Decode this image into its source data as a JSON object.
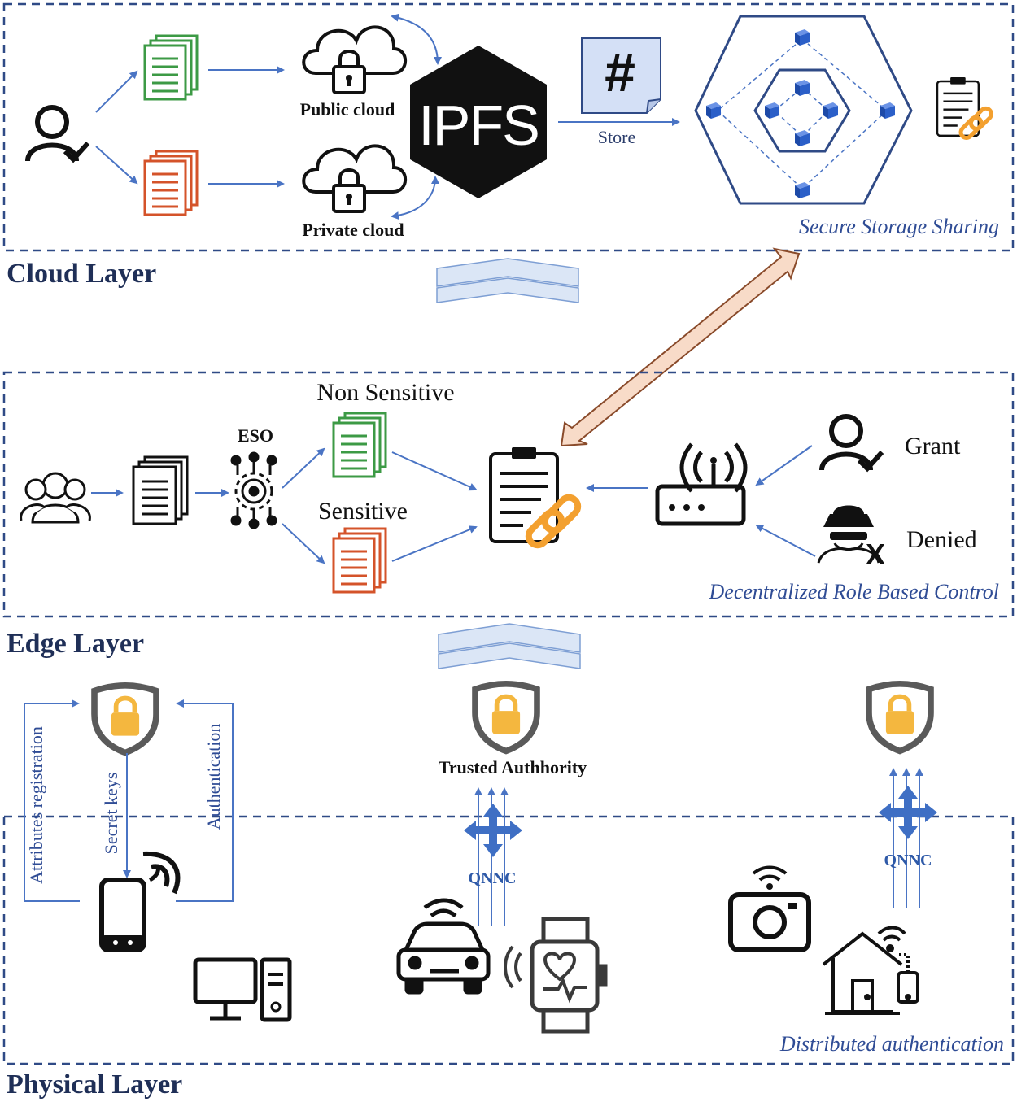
{
  "layers": {
    "cloud": "Cloud Layer",
    "edge": "Edge Layer",
    "physical": "Physical Layer"
  },
  "cloud": {
    "public_cloud": "Public cloud",
    "private_cloud": "Private cloud",
    "ipfs": "IPFS",
    "hash_symbol": "#",
    "store": "Store",
    "secure_storage": "Secure Storage Sharing"
  },
  "edge": {
    "eso": "ESO",
    "non_sensitive": "Non Sensitive",
    "sensitive": "Sensitive",
    "grant": "Grant",
    "denied": "Denied",
    "denied_mark": "X",
    "rbac": "Decentralized Role Based Control"
  },
  "physical": {
    "attributes_registration": "Attributes registration",
    "secret_keys": "Secret keys",
    "authentication": "Authentication",
    "trusted_authority": "Trusted Authhority",
    "qnnc_left": "QNNC",
    "qnnc_right": "QNNC",
    "distributed_auth": "Distributed authentication"
  },
  "colors": {
    "dash_border": "#2f4a86",
    "arrow_blue": "#4a74c4",
    "doc_green": "#3c9a45",
    "doc_red": "#d4532a",
    "shield_gold": "#f4b73f",
    "link_orange": "#f3a02f",
    "cube_blue": "#2b5fc8",
    "chevron_fill": "#dbe6f6",
    "chevron_stroke": "#7e9fd4"
  }
}
